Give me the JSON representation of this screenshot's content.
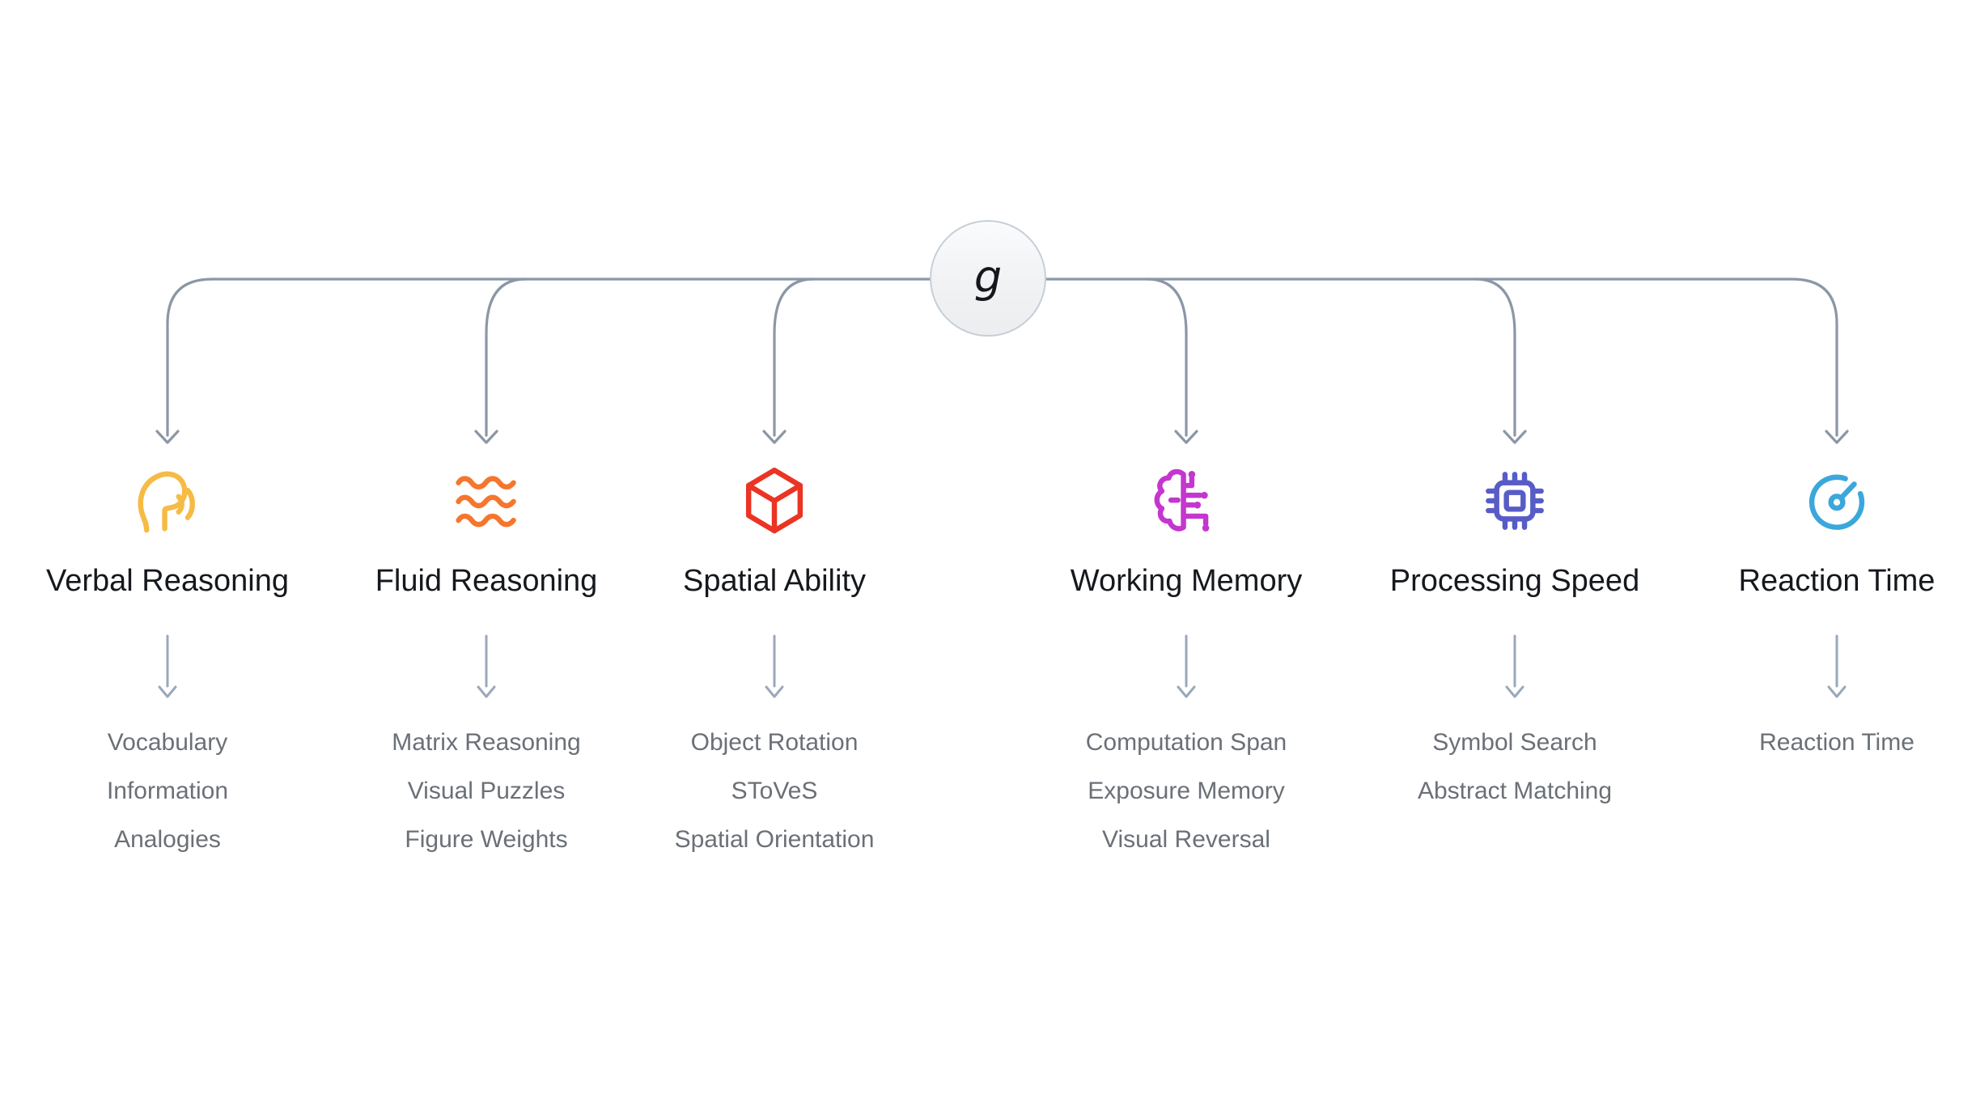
{
  "root": {
    "label": "g"
  },
  "connector_color": "#8B97A7",
  "sub_arrow_color": "#9AA8BA",
  "branches": [
    {
      "label": "Verbal Reasoning",
      "icon": "speaking-head-icon",
      "color": "#F6BB44",
      "subtests": [
        "Vocabulary",
        "Information",
        "Analogies"
      ]
    },
    {
      "label": "Fluid Reasoning",
      "icon": "waves-icon",
      "color": "#F5762D",
      "subtests": [
        "Matrix Reasoning",
        "Visual Puzzles",
        "Figure Weights"
      ]
    },
    {
      "label": "Spatial Ability",
      "icon": "cube-icon",
      "color": "#EB3423",
      "subtests": [
        "Object Rotation",
        "SToVeS",
        "Spatial Orientation"
      ]
    },
    {
      "label": "Working Memory",
      "icon": "brain-circuit-icon",
      "color": "#C436CF",
      "subtests": [
        "Computation Span",
        "Exposure Memory",
        "Visual Reversal"
      ]
    },
    {
      "label": "Processing Speed",
      "icon": "cpu-chip-icon",
      "color": "#575CC6",
      "subtests": [
        "Symbol Search",
        "Abstract Matching"
      ]
    },
    {
      "label": "Reaction Time",
      "icon": "gauge-icon",
      "color": "#3BA7DC",
      "subtests": [
        "Reaction Time"
      ]
    }
  ]
}
